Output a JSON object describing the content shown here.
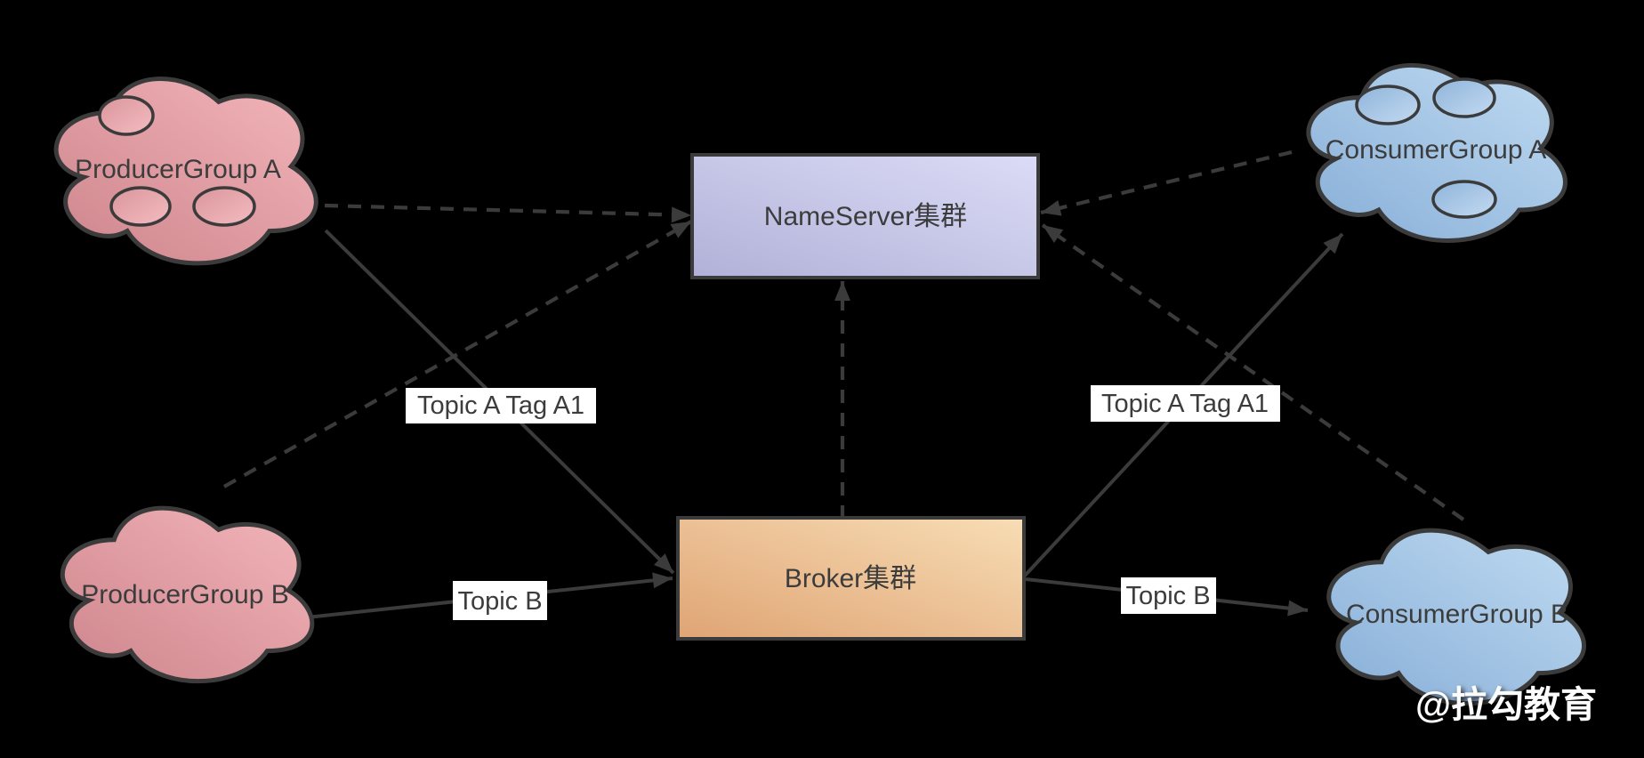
{
  "diagram": {
    "background_color": "#000000",
    "nodes": [
      {
        "id": "producer_group_a",
        "label": "ProducerGroup A",
        "shape": "cloud",
        "fill": "#e8a2a9",
        "instance_ellipses": 3
      },
      {
        "id": "producer_group_b",
        "label": "ProducerGroup B",
        "shape": "cloud",
        "fill": "#e8a2a9",
        "instance_ellipses": 0
      },
      {
        "id": "nameserver_cluster",
        "label": "NameServer集群",
        "shape": "rect",
        "fill": "#c7c7ea"
      },
      {
        "id": "broker_cluster",
        "label": "Broker集群",
        "shape": "rect",
        "fill": "#f0c89c"
      },
      {
        "id": "consumer_group_a",
        "label": "ConsumerGroup A",
        "shape": "cloud",
        "fill": "#a5c8e9",
        "instance_ellipses": 3
      },
      {
        "id": "consumer_group_b",
        "label": "ConsumerGroup B",
        "shape": "cloud",
        "fill": "#a5c8e9",
        "instance_ellipses": 0
      }
    ],
    "edges": [
      {
        "from": "producer_group_a",
        "to": "nameserver_cluster",
        "style": "dashed",
        "label": ""
      },
      {
        "from": "producer_group_b",
        "to": "nameserver_cluster",
        "style": "dashed",
        "label": ""
      },
      {
        "from": "broker_cluster",
        "to": "nameserver_cluster",
        "style": "dashed",
        "label": ""
      },
      {
        "from": "consumer_group_a",
        "to": "nameserver_cluster",
        "style": "dashed",
        "label": ""
      },
      {
        "from": "consumer_group_b",
        "to": "nameserver_cluster",
        "style": "dashed",
        "label": ""
      },
      {
        "from": "producer_group_a",
        "to": "broker_cluster",
        "style": "solid",
        "label": "Topic A Tag A1"
      },
      {
        "from": "producer_group_b",
        "to": "broker_cluster",
        "style": "solid",
        "label": "Topic B"
      },
      {
        "from": "broker_cluster",
        "to": "consumer_group_a",
        "style": "solid",
        "label": "Topic A Tag A1"
      },
      {
        "from": "broker_cluster",
        "to": "consumer_group_b",
        "style": "solid",
        "label": "Topic B"
      }
    ],
    "colors": {
      "producer_cloud": "#e8a2a9",
      "consumer_cloud": "#a5c8e9",
      "nameserver_box": "#c7c7ea",
      "broker_box": "#f0c89c",
      "outline": "#3b3b3b",
      "arrow": "#3b3b3b",
      "text": "#3c3c3c",
      "edge_label_background": "#ffffff",
      "background": "#000000"
    }
  },
  "watermark": {
    "text": "@拉勾教育",
    "color": "#ffffff"
  }
}
